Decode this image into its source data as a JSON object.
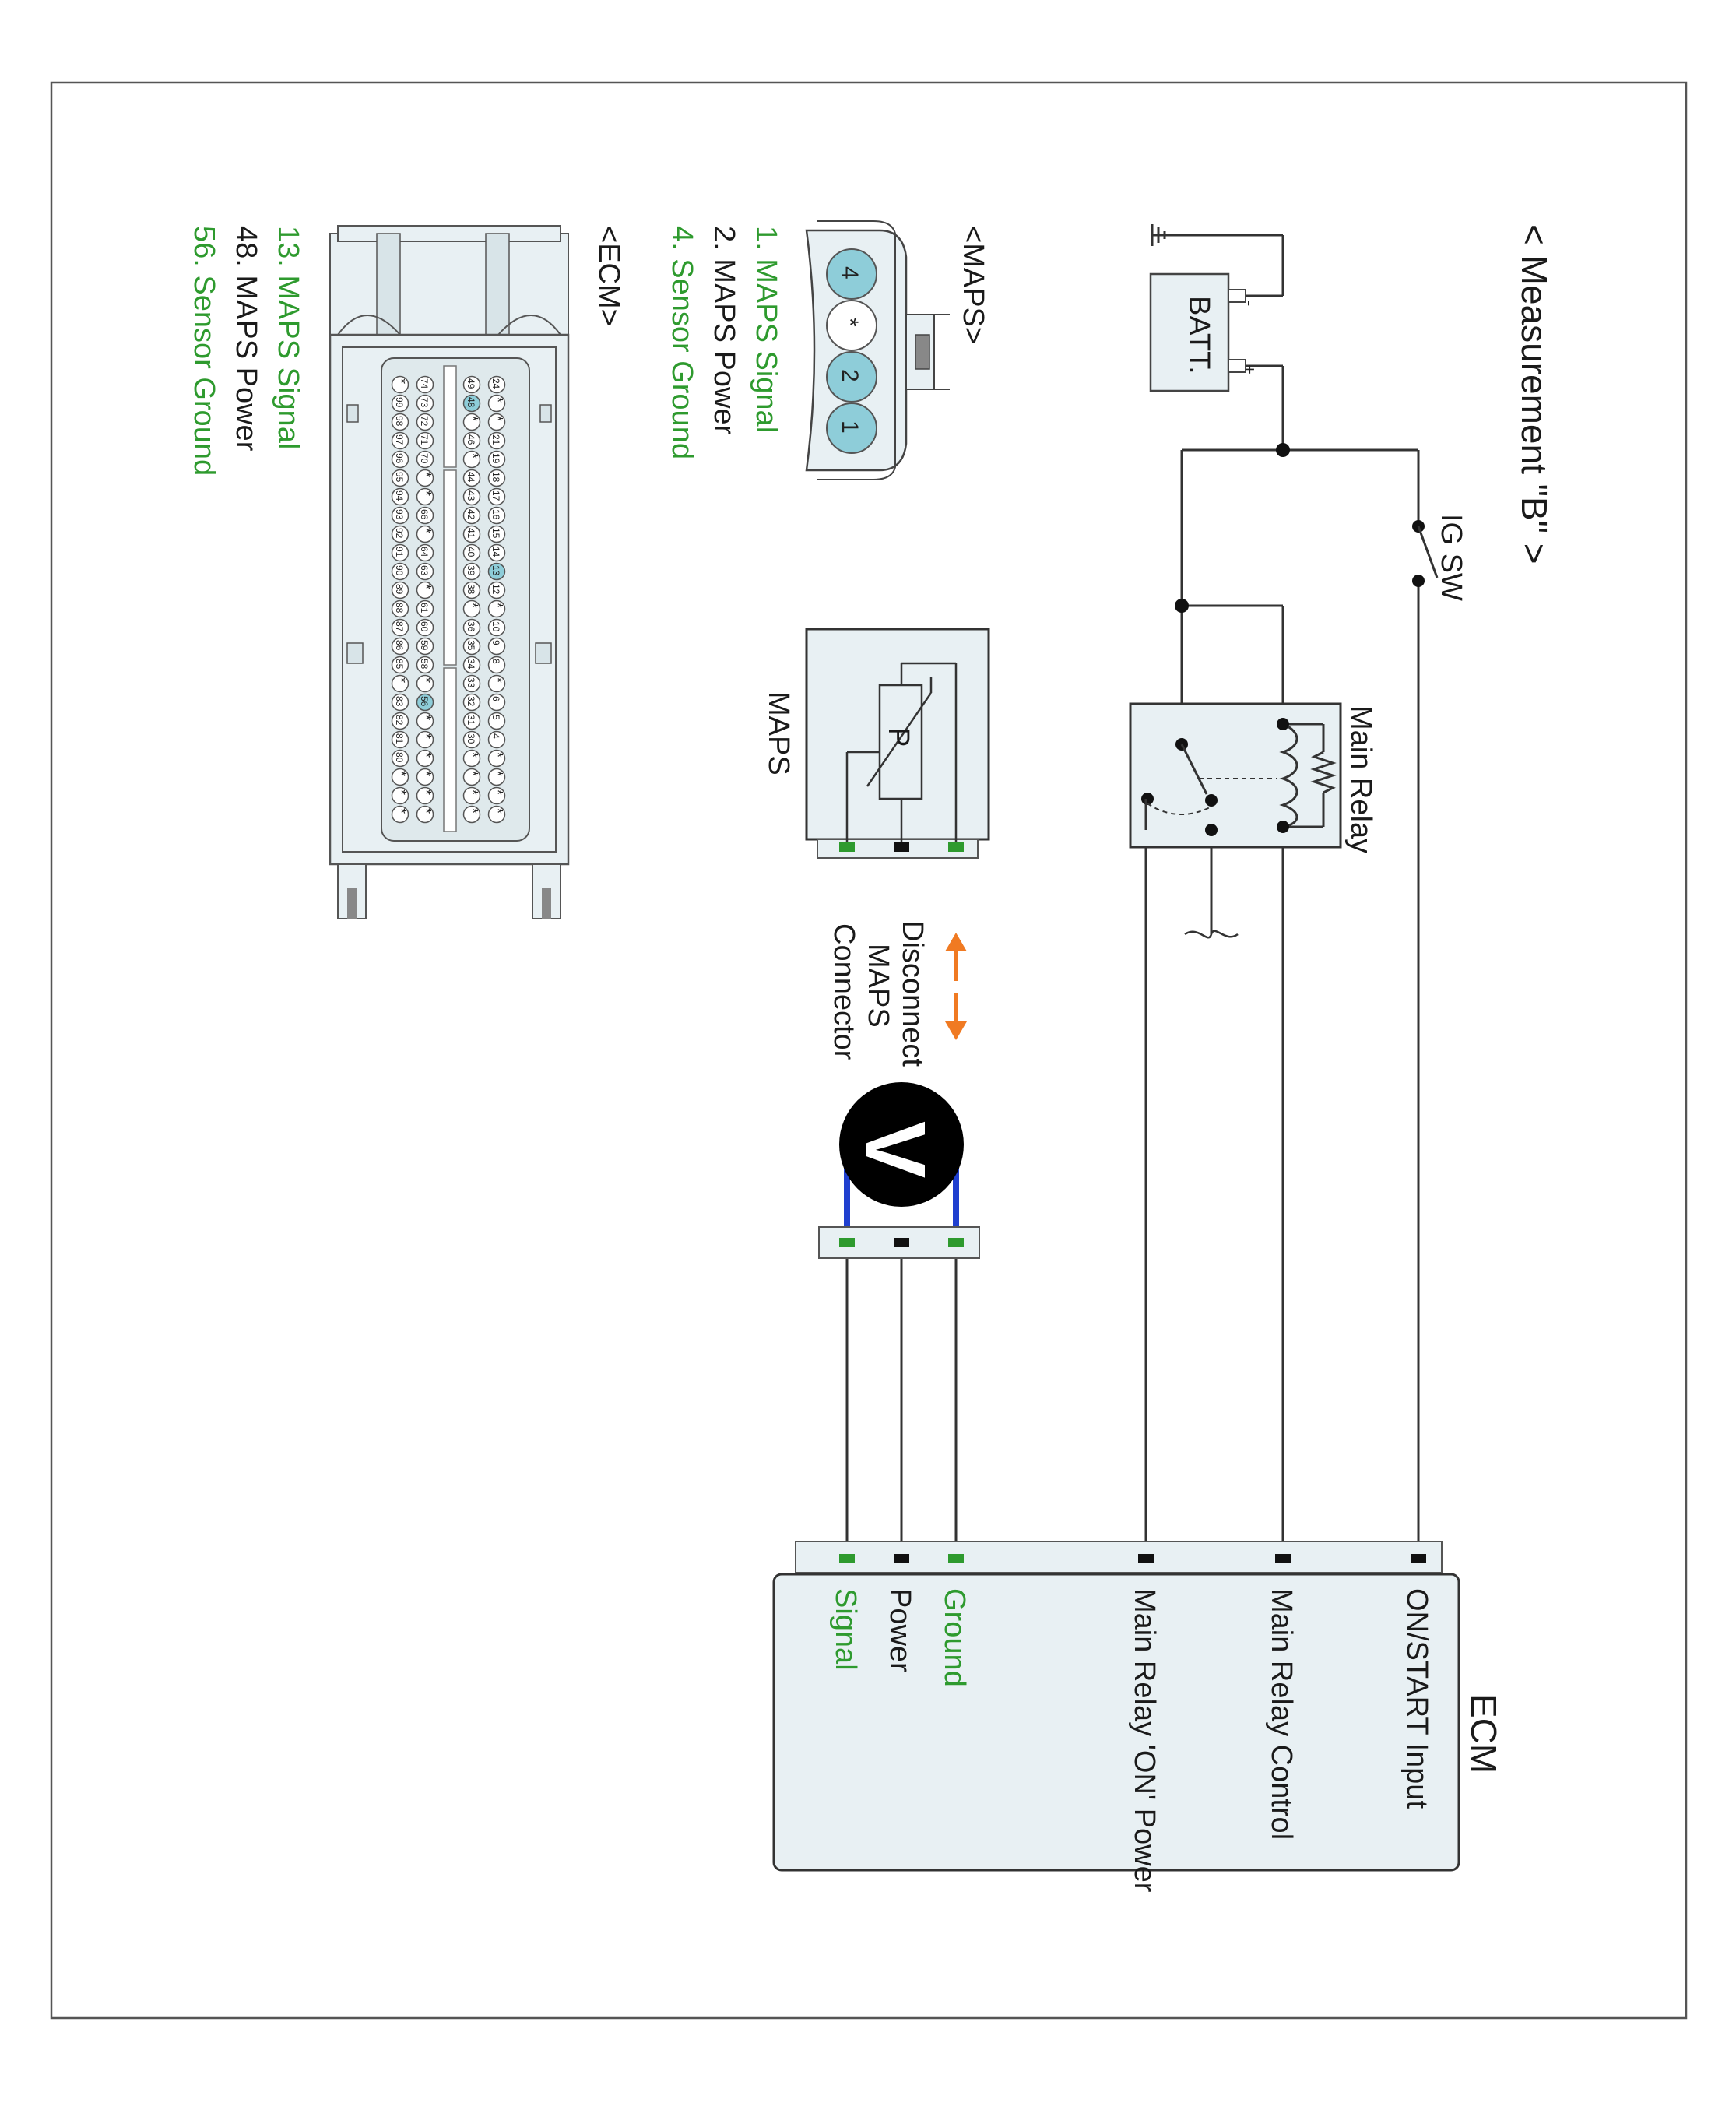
{
  "title": "< Measurement \"B\" >",
  "battery": {
    "label": "BATT.",
    "minus": "-",
    "plus": "+"
  },
  "ig_switch": {
    "label": "IG SW"
  },
  "main_relay": {
    "label": "Main Relay"
  },
  "maps_sensor": {
    "label": "MAPS",
    "element": "P"
  },
  "ecm_block": {
    "label": "ECM",
    "terminals": [
      "ON/START Input",
      "Main Relay Control",
      "Main Relay 'ON' Power",
      "Ground",
      "Power",
      "Signal"
    ]
  },
  "voltmeter": {
    "symbol": "V"
  },
  "instruction": {
    "line1": "Disconnect",
    "line2": "MAPS",
    "line3": "Connector"
  },
  "maps_connector": {
    "title": "<MAPS>",
    "cavities": [
      "4",
      "*",
      "2",
      "1"
    ],
    "pins": [
      "1. MAPS Signal",
      "2. MAPS Power",
      "4. Sensor Ground"
    ]
  },
  "ecm_connector": {
    "title": "<ECM>",
    "pins": [
      "13. MAPS Signal",
      "48. MAPS Power",
      "56. Sensor Ground"
    ],
    "row1": [
      "24",
      "*",
      "*",
      "21",
      "19",
      "18",
      "17",
      "16",
      "15",
      "14",
      "13",
      "12",
      "*",
      "10",
      "9",
      "8",
      "*",
      "6",
      "5",
      "4",
      "*",
      "*",
      "*",
      "*"
    ],
    "row2": [
      "49",
      "48",
      "*",
      "46",
      "*",
      "44",
      "43",
      "42",
      "41",
      "40",
      "39",
      "38",
      "*",
      "36",
      "35",
      "34",
      "33",
      "32",
      "31",
      "30",
      "*",
      "*",
      "*",
      "*"
    ],
    "row3": [
      "74",
      "73",
      "72",
      "71",
      "70",
      "*",
      "*",
      "66",
      "*",
      "64",
      "63",
      "*",
      "61",
      "60",
      "59",
      "58",
      "*",
      "56",
      "*",
      "*",
      "*",
      "*",
      "*",
      "*"
    ],
    "row4": [
      "*",
      "99",
      "98",
      "97",
      "96",
      "95",
      "94",
      "93",
      "92",
      "91",
      "90",
      "89",
      "88",
      "87",
      "86",
      "85",
      "*",
      "83",
      "82",
      "81",
      "80",
      "*",
      "*",
      "*"
    ],
    "highlight": [
      "13",
      "48",
      "56"
    ]
  },
  "colors": {
    "wire": "#333333",
    "green": "#2e9a2e",
    "orange": "#f07a22",
    "blue": "#1f3fcf",
    "pin_blue": "#8ecdd9",
    "panel": "#e8f0f3"
  }
}
